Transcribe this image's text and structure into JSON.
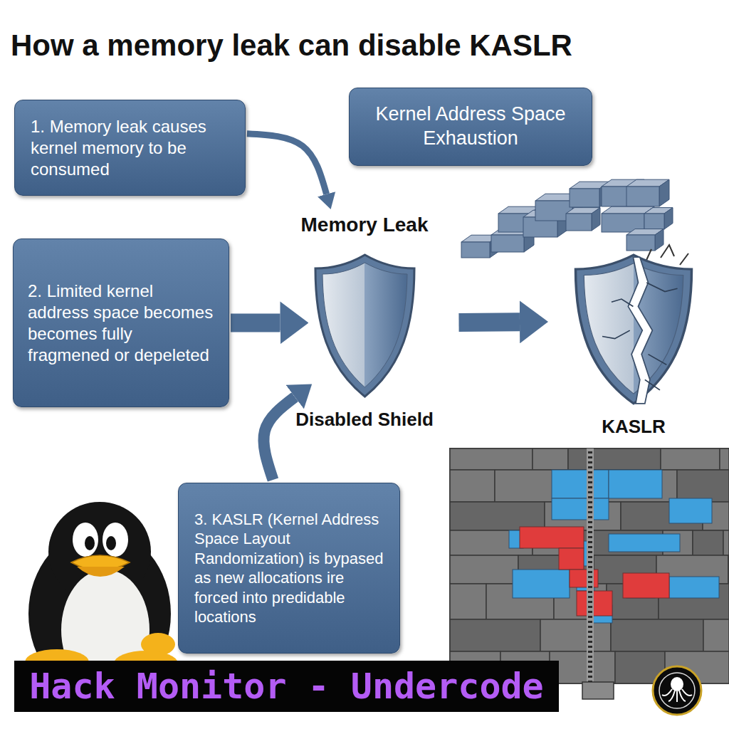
{
  "diagram": {
    "title": "How a memory leak can disable KASLR",
    "nodes": [
      {
        "text": [
          "1. Memory leak causes kernel memory to be consumed"
        ]
      },
      {
        "text": [
          "Kernel Address Space Exhaustion"
        ]
      },
      {
        "text": [
          "2. Limited kernel address space becomes becomes fully fragmened or depeleted"
        ]
      },
      {
        "text": [
          "Memory Leak",
          "Disabled Shield"
        ]
      },
      {
        "text": [
          "KASLR"
        ]
      },
      {
        "text": [
          "3. KASLR (Kernel Address Space Layout Randomization) is bypased as new allocations ire forced into predidable locations"
        ]
      }
    ],
    "edges": [
      {
        "from": 0,
        "to": 3,
        "arrow": "to"
      },
      {
        "from": 2,
        "to": 3,
        "arrow": "to"
      },
      {
        "from": 3,
        "to": 4,
        "arrow": "to"
      },
      {
        "from": 5,
        "to": 3,
        "arrow": "to"
      }
    ],
    "labels": [
      "Hack Monitor - Undercode"
    ]
  }
}
